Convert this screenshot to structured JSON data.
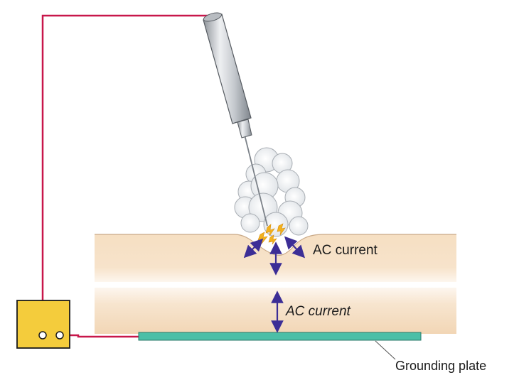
{
  "labels": {
    "ac_current_upper": "AC current",
    "ac_current_lower": "AC current",
    "grounding_plate": "Grounding plate"
  },
  "colors": {
    "wire": "#c8174a",
    "tissue": "#f7e2c8",
    "plate": "#4bbfa7",
    "generator": "#f4cc3c",
    "arrows": "#3c2e96",
    "spark": "#f3b21d",
    "probe": "#c9ccd0"
  },
  "icons": {
    "generator": "generator-box-icon",
    "probe": "electrosurgical-probe-icon",
    "smoke": "smoke-plume-icon",
    "spark": "spark-icon"
  }
}
